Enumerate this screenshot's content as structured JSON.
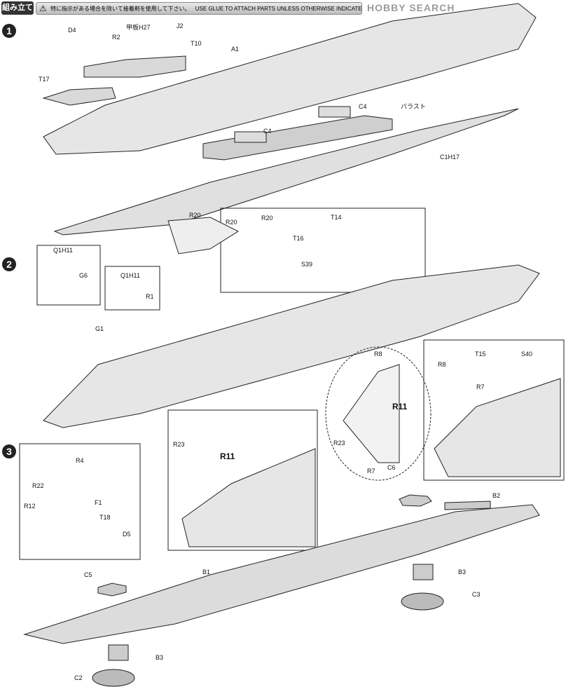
{
  "header": {
    "section_label": "組み立て",
    "warning_jp": "特に指示がある場合を除いて接着剤を使用して下さい。",
    "warning_en": "USE GLUE TO ATTACH PARTS UNLESS OTHERWISE INDICATED.",
    "watermark": "HOBBY SEARCH"
  },
  "steps": [
    {
      "number": "1",
      "labels": [
        "D4",
        "甲板H27",
        "J2",
        "R2",
        "T10",
        "A1",
        "T17",
        "C4",
        "バラスト",
        "C4",
        "C1H17"
      ]
    },
    {
      "number": "2",
      "labels": [
        "R20",
        "R20",
        "R20",
        "T14",
        "T16",
        "S39",
        "Q1H11",
        "G6",
        "Q1H11",
        "R1",
        "G1",
        "R8",
        "R11",
        "R23",
        "R7",
        "T15",
        "S40",
        "R8",
        "R7"
      ]
    },
    {
      "number": "3",
      "labels": [
        "R4",
        "R22",
        "R12",
        "F1",
        "T18",
        "D5",
        "R23",
        "R11",
        "C6",
        "B2",
        "B1",
        "C5",
        "B3",
        "C3",
        "B3",
        "C2"
      ]
    }
  ],
  "colors": {
    "line": "#222222",
    "part_fill": "#d9d9d9",
    "hull_fill": "#e6e6e6"
  }
}
